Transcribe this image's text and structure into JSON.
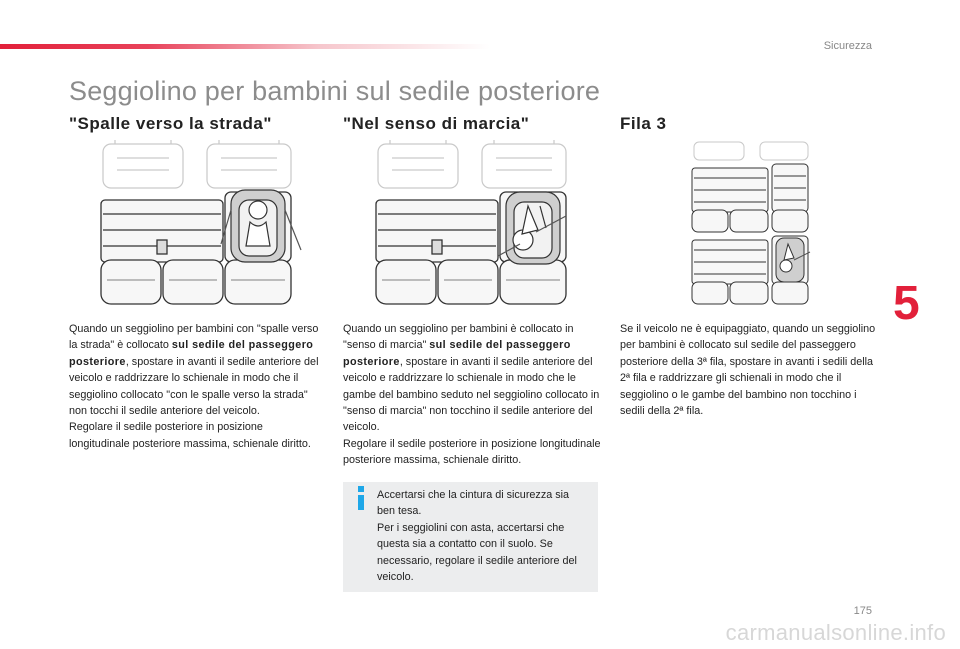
{
  "header": {
    "section": "Sicurezza"
  },
  "page_title": "Seggiolino per bambini sul sedile posteriore",
  "columns": [
    {
      "heading": "\"Spalle verso la strada\"",
      "text": [
        "Quando un seggiolino per bambini con \"spalle verso la strada\" è collocato ",
        "sul sedile del passeggero posteriore",
        ", spostare in avanti il sedile anteriore del veicolo e raddrizzare lo schienale in modo che il seggiolino collocato \"con le spalle verso la strada\" non tocchi il sedile anteriore del veicolo.",
        "Regolare il sedile posteriore in posizione longitudinale posteriore massima, schienale diritto."
      ]
    },
    {
      "heading": "\"Nel senso di marcia\"",
      "text": [
        "Quando un seggiolino per bambini è collocato in \"senso di marcia\" ",
        "sul sedile del passeggero posteriore",
        ", spostare in avanti il sedile anteriore del veicolo e raddrizzare lo schienale in modo che le gambe del bambino seduto nel seggiolino collocato in \"senso di marcia\" non tocchino il sedile anteriore del veicolo.",
        "Regolare il sedile posteriore in posizione longitudinale posteriore massima, schienale diritto."
      ]
    },
    {
      "heading": "Fila 3",
      "text": [
        "Se il veicolo ne è equipaggiato, quando un seggiolino per bambini è collocato sul sedile del passeggero posteriore della 3ª fila, spostare in avanti i sedili della 2ª fila e raddrizzare gli schienali in modo che il seggiolino o le gambe del bambino non tocchino i sedili della 2ª fila."
      ]
    }
  ],
  "info_box": {
    "icon": "info-icon",
    "lines": [
      "Accertarsi che la cintura di sicurezza sia ben tesa.",
      "Per i seggiolini con asta, accertarsi che questa sia a contatto con il suolo. Se necessario, regolare il sedile anteriore del veicolo."
    ]
  },
  "chapter_number": "5",
  "page_number": "175",
  "watermark": "carmanualsonline.info",
  "colors": {
    "accent": "#e2203a",
    "title_gray": "#8c8c8c",
    "info_blue": "#1ea7e8",
    "info_box_bg": "#ecedee"
  }
}
